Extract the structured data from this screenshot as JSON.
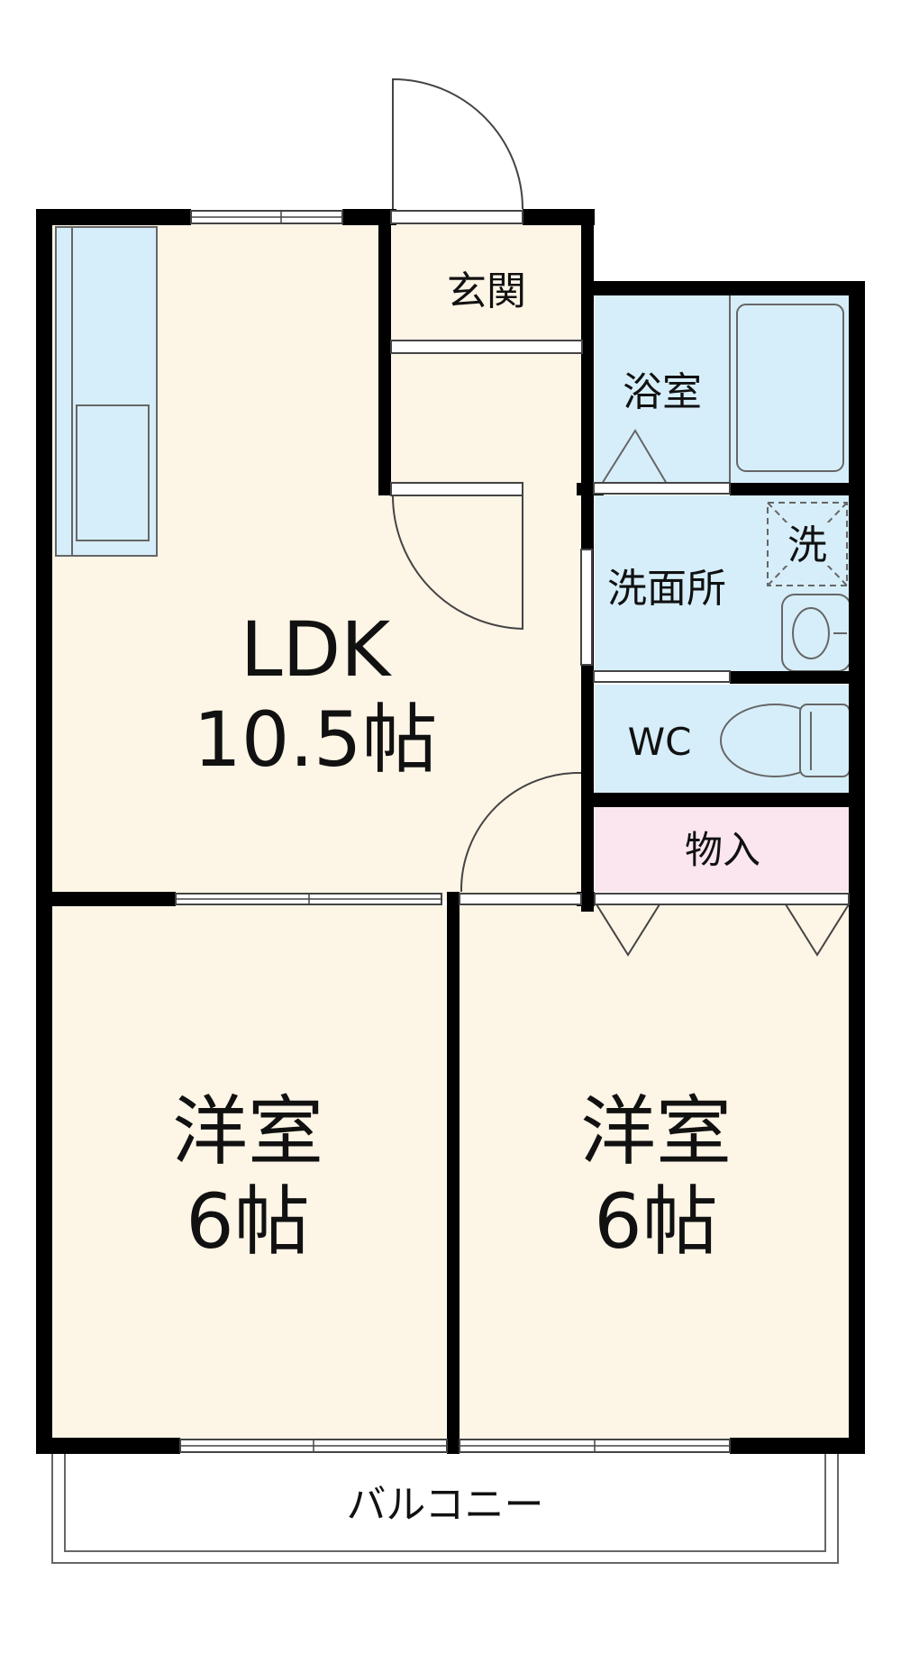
{
  "rooms": {
    "entrance": "玄関",
    "bathroom": "浴室",
    "washroom": "洗面所",
    "washer": "洗",
    "wc": "WC",
    "storage": "物入",
    "ldk": {
      "name": "LDK",
      "size": "10.5帖"
    },
    "western_room_left": {
      "name": "洋室",
      "size": "6帖"
    },
    "western_room_right": {
      "name": "洋室",
      "size": "6帖"
    },
    "balcony": "バルコニー"
  },
  "colors": {
    "floor": "#fdf5e6",
    "wet_area": "#d6eef9",
    "storage": "#fbe6ef",
    "wall": "#000000",
    "fixture_outline": "#555555"
  }
}
